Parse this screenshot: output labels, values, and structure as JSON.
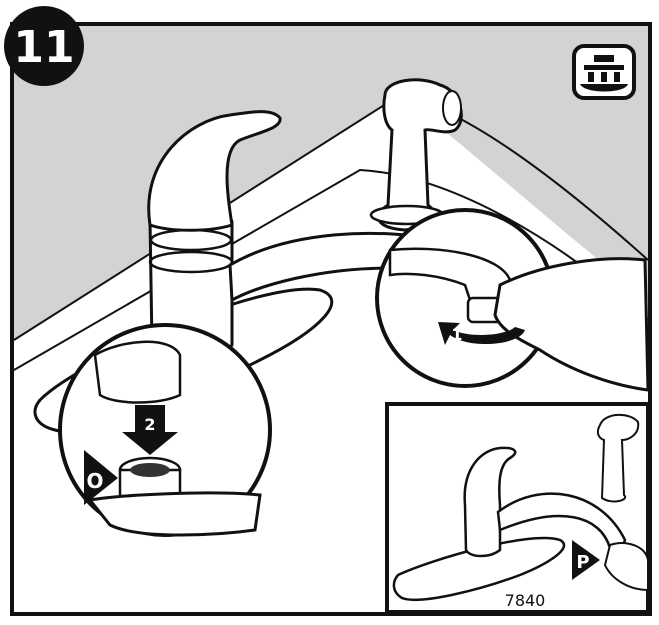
{
  "step_badge": {
    "number": "11"
  },
  "callouts": {
    "remove_aerator": "1",
    "replace_aerator": "2",
    "o_ring_part": "O",
    "aerator_part": "P"
  },
  "inset": {
    "model_number": "7840"
  },
  "corner_icon": {
    "name": "faucet-installation-icon"
  },
  "colors": {
    "ink": "#111111",
    "wall": "#d3d3d3",
    "paper": "#ffffff"
  }
}
